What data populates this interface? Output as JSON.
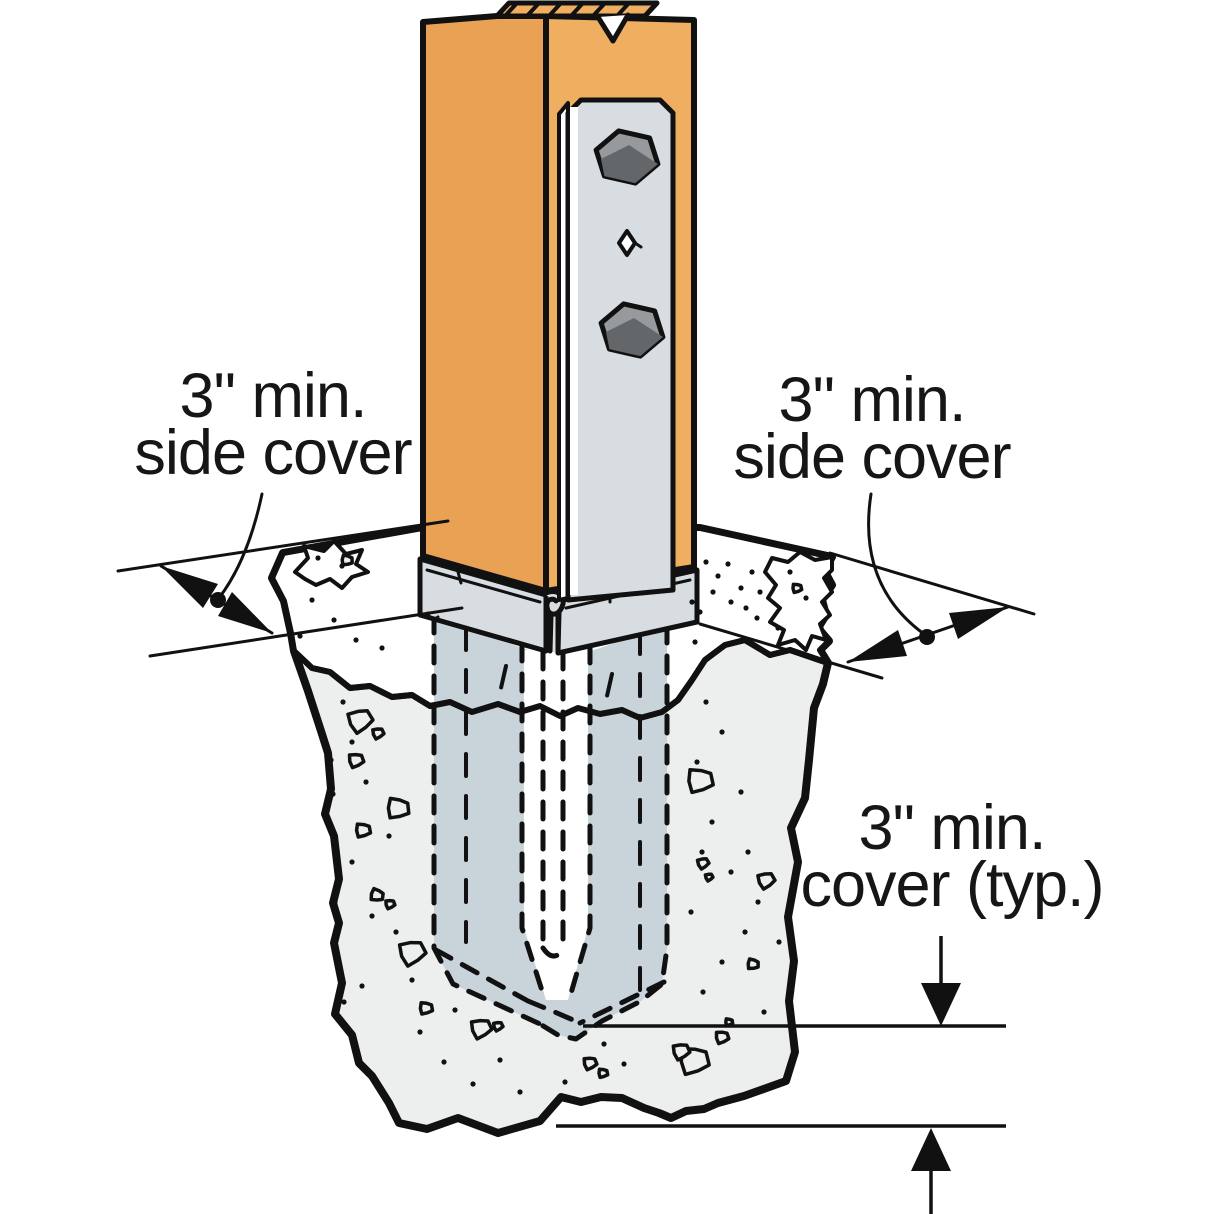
{
  "diagram": {
    "kind": "post-base-embedded-in-concrete-installation-diagram",
    "labels": {
      "side_cover_left": {
        "line1": "3\" min.",
        "line2": "side cover"
      },
      "side_cover_right": {
        "line1": "3\" min.",
        "line2": "side cover"
      },
      "bottom_cover": {
        "line1": "3\" min.",
        "line2": "cover (typ.)"
      }
    },
    "colors": {
      "outline": "#111111",
      "wood_post": "#F0AE60",
      "wood_post_shaded": "#E9A254",
      "steel_bracket": "#D7DDE1",
      "steel_embedded": "#C9D3DA",
      "concrete_face": "#EDEEEE",
      "concrete_top": "#FFFFFF",
      "bolt_light": "#969A9D",
      "bolt_dark": "#63676A"
    }
  }
}
